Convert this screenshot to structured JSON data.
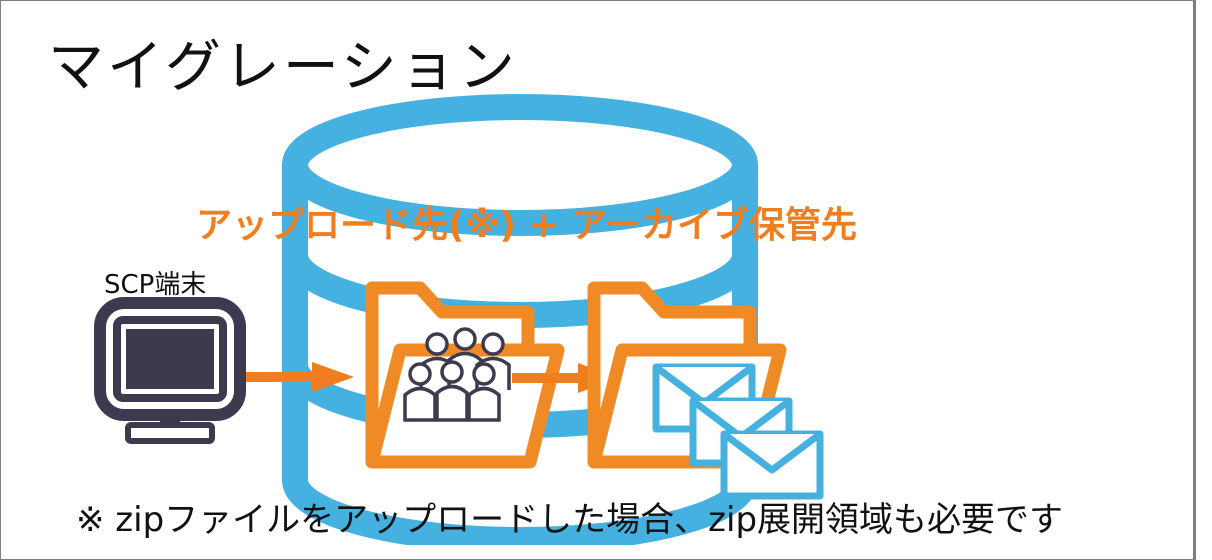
{
  "slide": {
    "title": "マイグレーション",
    "headline": "アップロード先(※) + アーカイブ保管先",
    "terminal_label": "SCP端末",
    "footnote": "※ zipファイルをアップロードした場合、zip展開領域も必要です"
  },
  "colors": {
    "database": "#45b1e0",
    "folder": "#f08a24",
    "arrow": "#f07e1e",
    "terminal": "#3d3a4f",
    "envelope": "#45b1e0",
    "headline": "#f07e1e"
  },
  "icons": [
    "database-icon",
    "computer-terminal-icon",
    "folder-icon",
    "users-group-icon",
    "mail-icon",
    "arrow-icon"
  ]
}
